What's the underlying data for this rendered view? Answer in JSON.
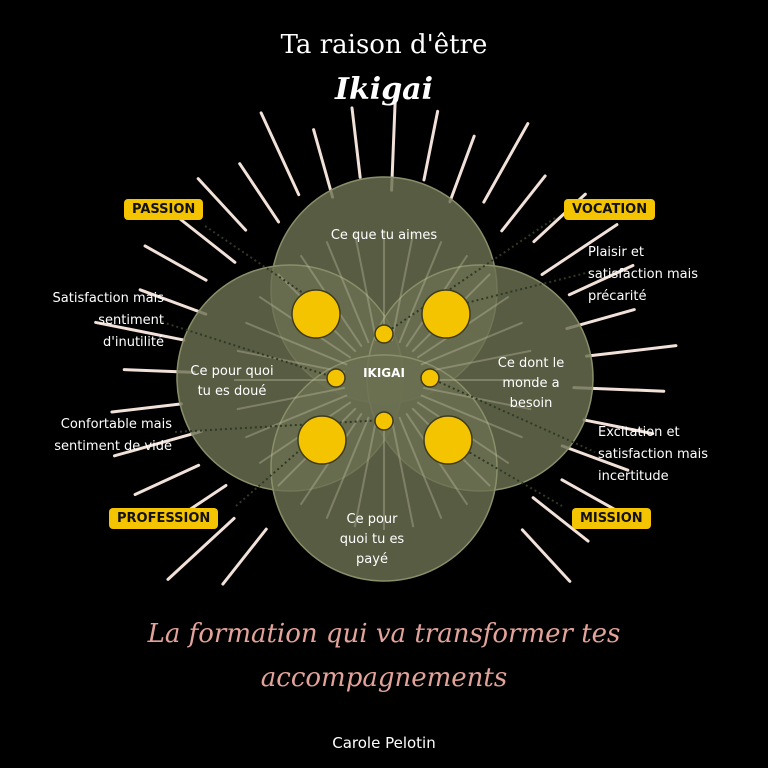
{
  "header": {
    "title": "Ta raison d'être",
    "subtitle": "Ikigai"
  },
  "circles": {
    "top": "Ce que tu aimes",
    "left": "Ce pour quoi tu es doué",
    "right": "Ce dont le monde a besoin",
    "bottom": "Ce pour quoi tu es payé"
  },
  "center": "IKIGAI",
  "badges": {
    "passion": "PASSION",
    "vocation": "VOCATION",
    "profession": "PROFESSION",
    "mission": "MISSION"
  },
  "notes": {
    "passion": "Satisfaction mais sentiment d'inutilité",
    "vocation": "Plaisir et satisfaction mais précarité",
    "profession": "Confortable mais sentiment de vide",
    "mission": "Excitation et satisfaction mais incertitude"
  },
  "tagline": "La formation qui va transformer tes accompagnements",
  "author": "Carole Pelotin",
  "colors": {
    "background": "#000000",
    "circle_fill": "#6b7052",
    "dot": "#f5c400",
    "badge": "#f5c400",
    "rays": "#f1e1d8",
    "tagline": "#e3a39a"
  }
}
